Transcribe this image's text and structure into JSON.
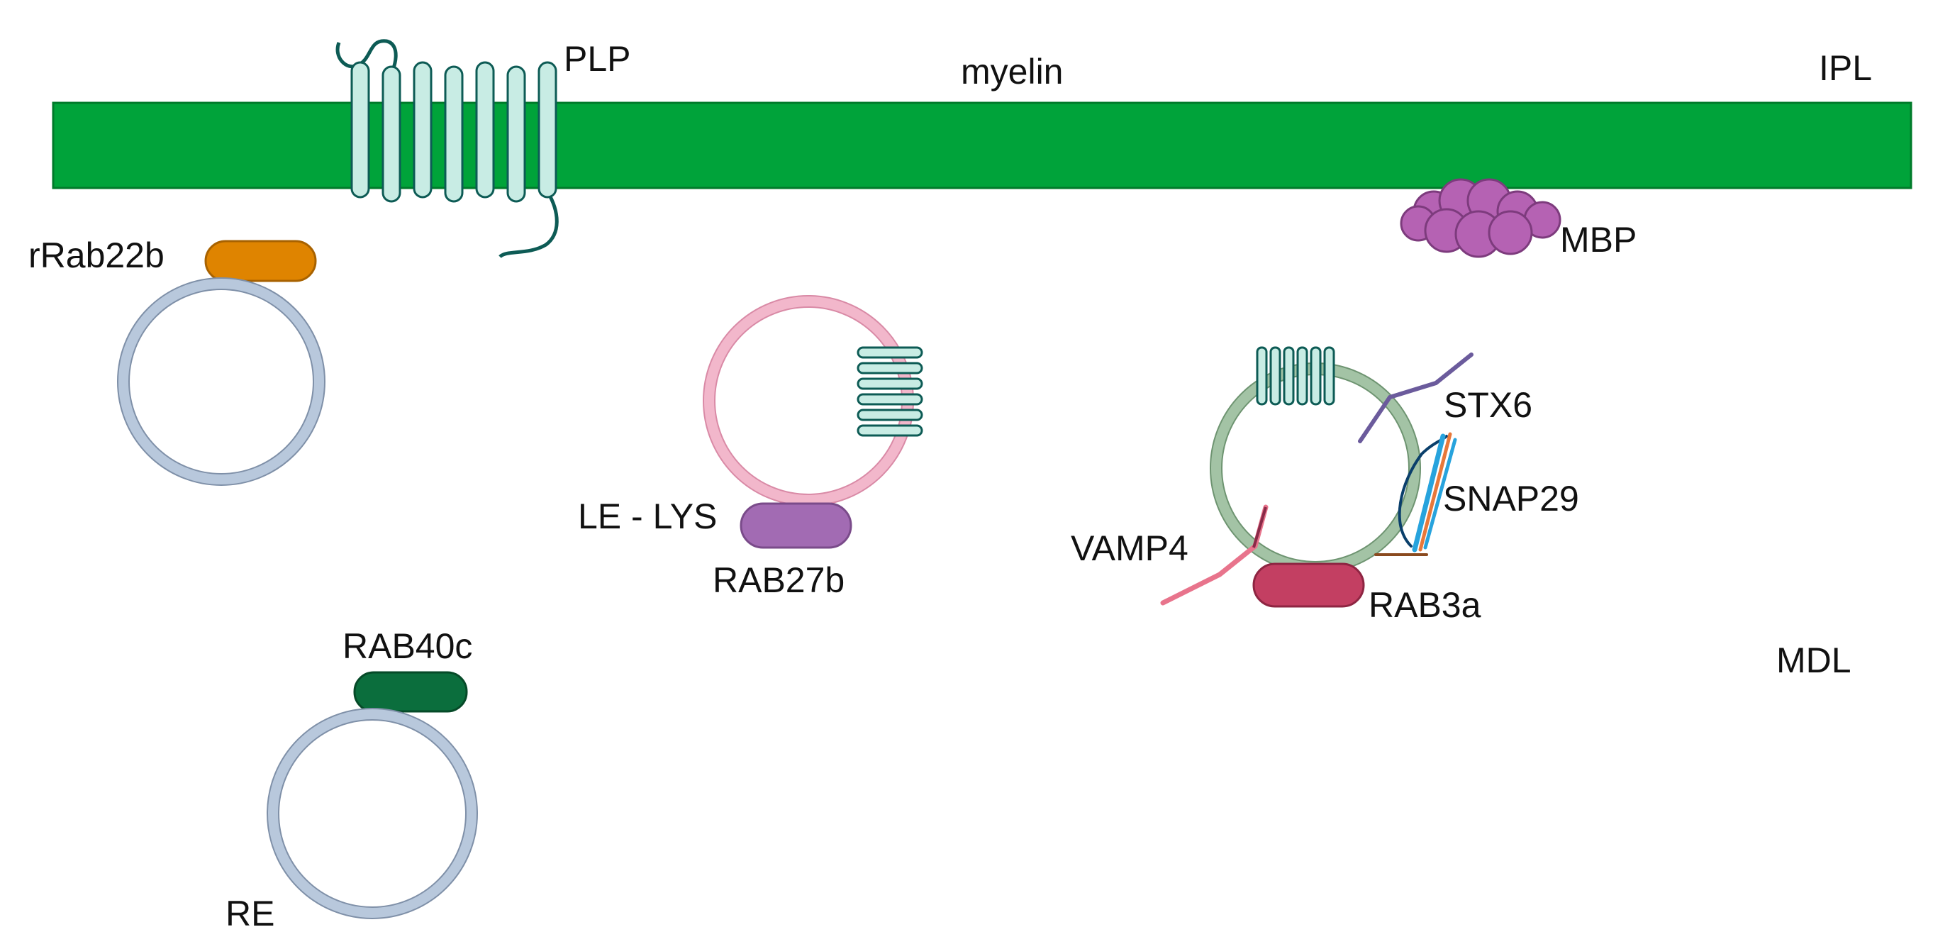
{
  "labels": {
    "plp": "PLP",
    "myelin": "myelin",
    "ipl": "IPL",
    "mbp": "MBP",
    "rrab22b": "rRab22b",
    "stx6": "STX6",
    "snap29": "SNAP29",
    "le_lys": "LE - LYS",
    "rab27b": "RAB27b",
    "vamp4": "VAMP4",
    "rab3a": "RAB3a",
    "mdl": "MDL",
    "rab40c": "RAB40c",
    "re": "RE"
  },
  "colors": {
    "myelin_membrane": "#00a33a",
    "plp_protein": "#c8ece4",
    "plp_outline": "#0d5b55",
    "mbp": "#b562b3",
    "rab22b": "#df8400",
    "rab27b": "#a26bb3",
    "rab3a": "#c33f62",
    "rab40c": "#0b6e3d",
    "recycling_endosome": "#b8c8dc",
    "late_endosome_lysosome": "#f2b7cb",
    "green_vesicle": "#a3c3a5",
    "stx6": "#6b5b9c",
    "snap29_blue": "#27a3dd",
    "snap29_orange": "#e8783a",
    "vamp4": "#e8748c"
  }
}
